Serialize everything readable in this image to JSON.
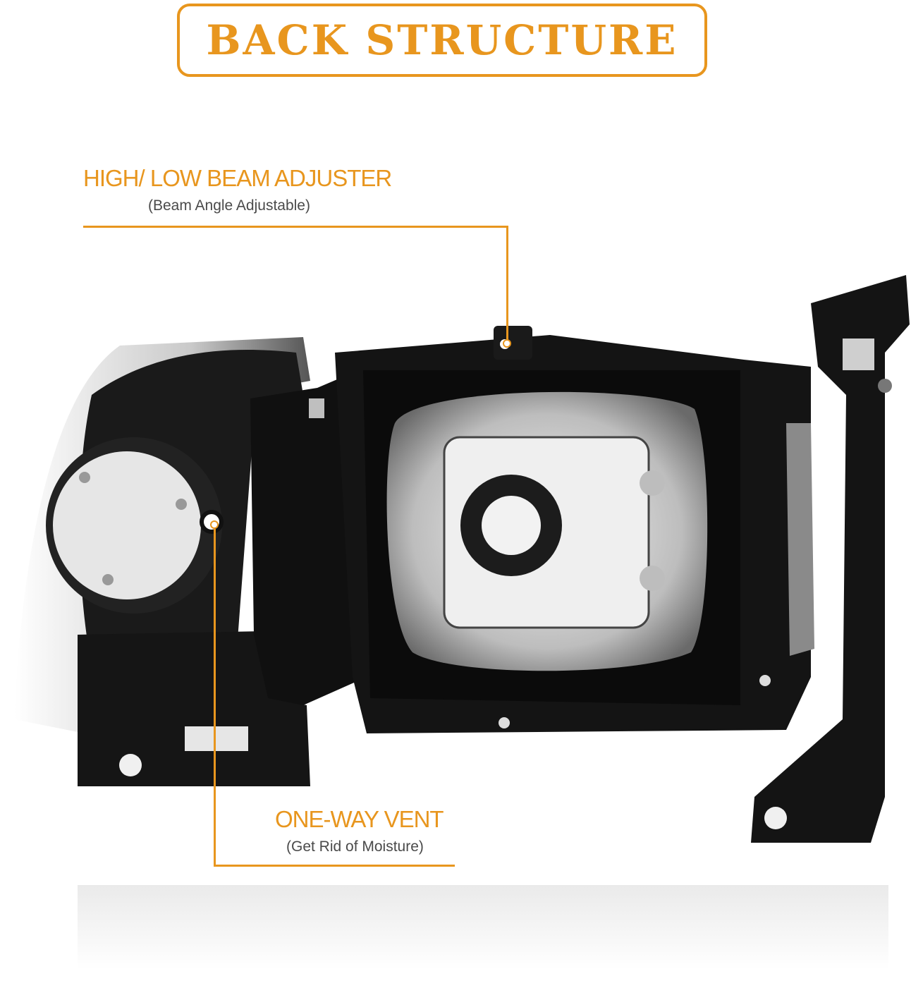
{
  "title": "BACK STRUCTURE",
  "callouts": [
    {
      "label": "HIGH/ LOW BEAM ADJUSTER",
      "sublabel": "(Beam Angle Adjustable)"
    },
    {
      "label": "ONE-WAY VENT",
      "sublabel": "(Get Rid of Moisture)"
    }
  ],
  "colors": {
    "accent": "#E8961E",
    "housing": "#141414",
    "reflector": "#d9d9d9"
  }
}
